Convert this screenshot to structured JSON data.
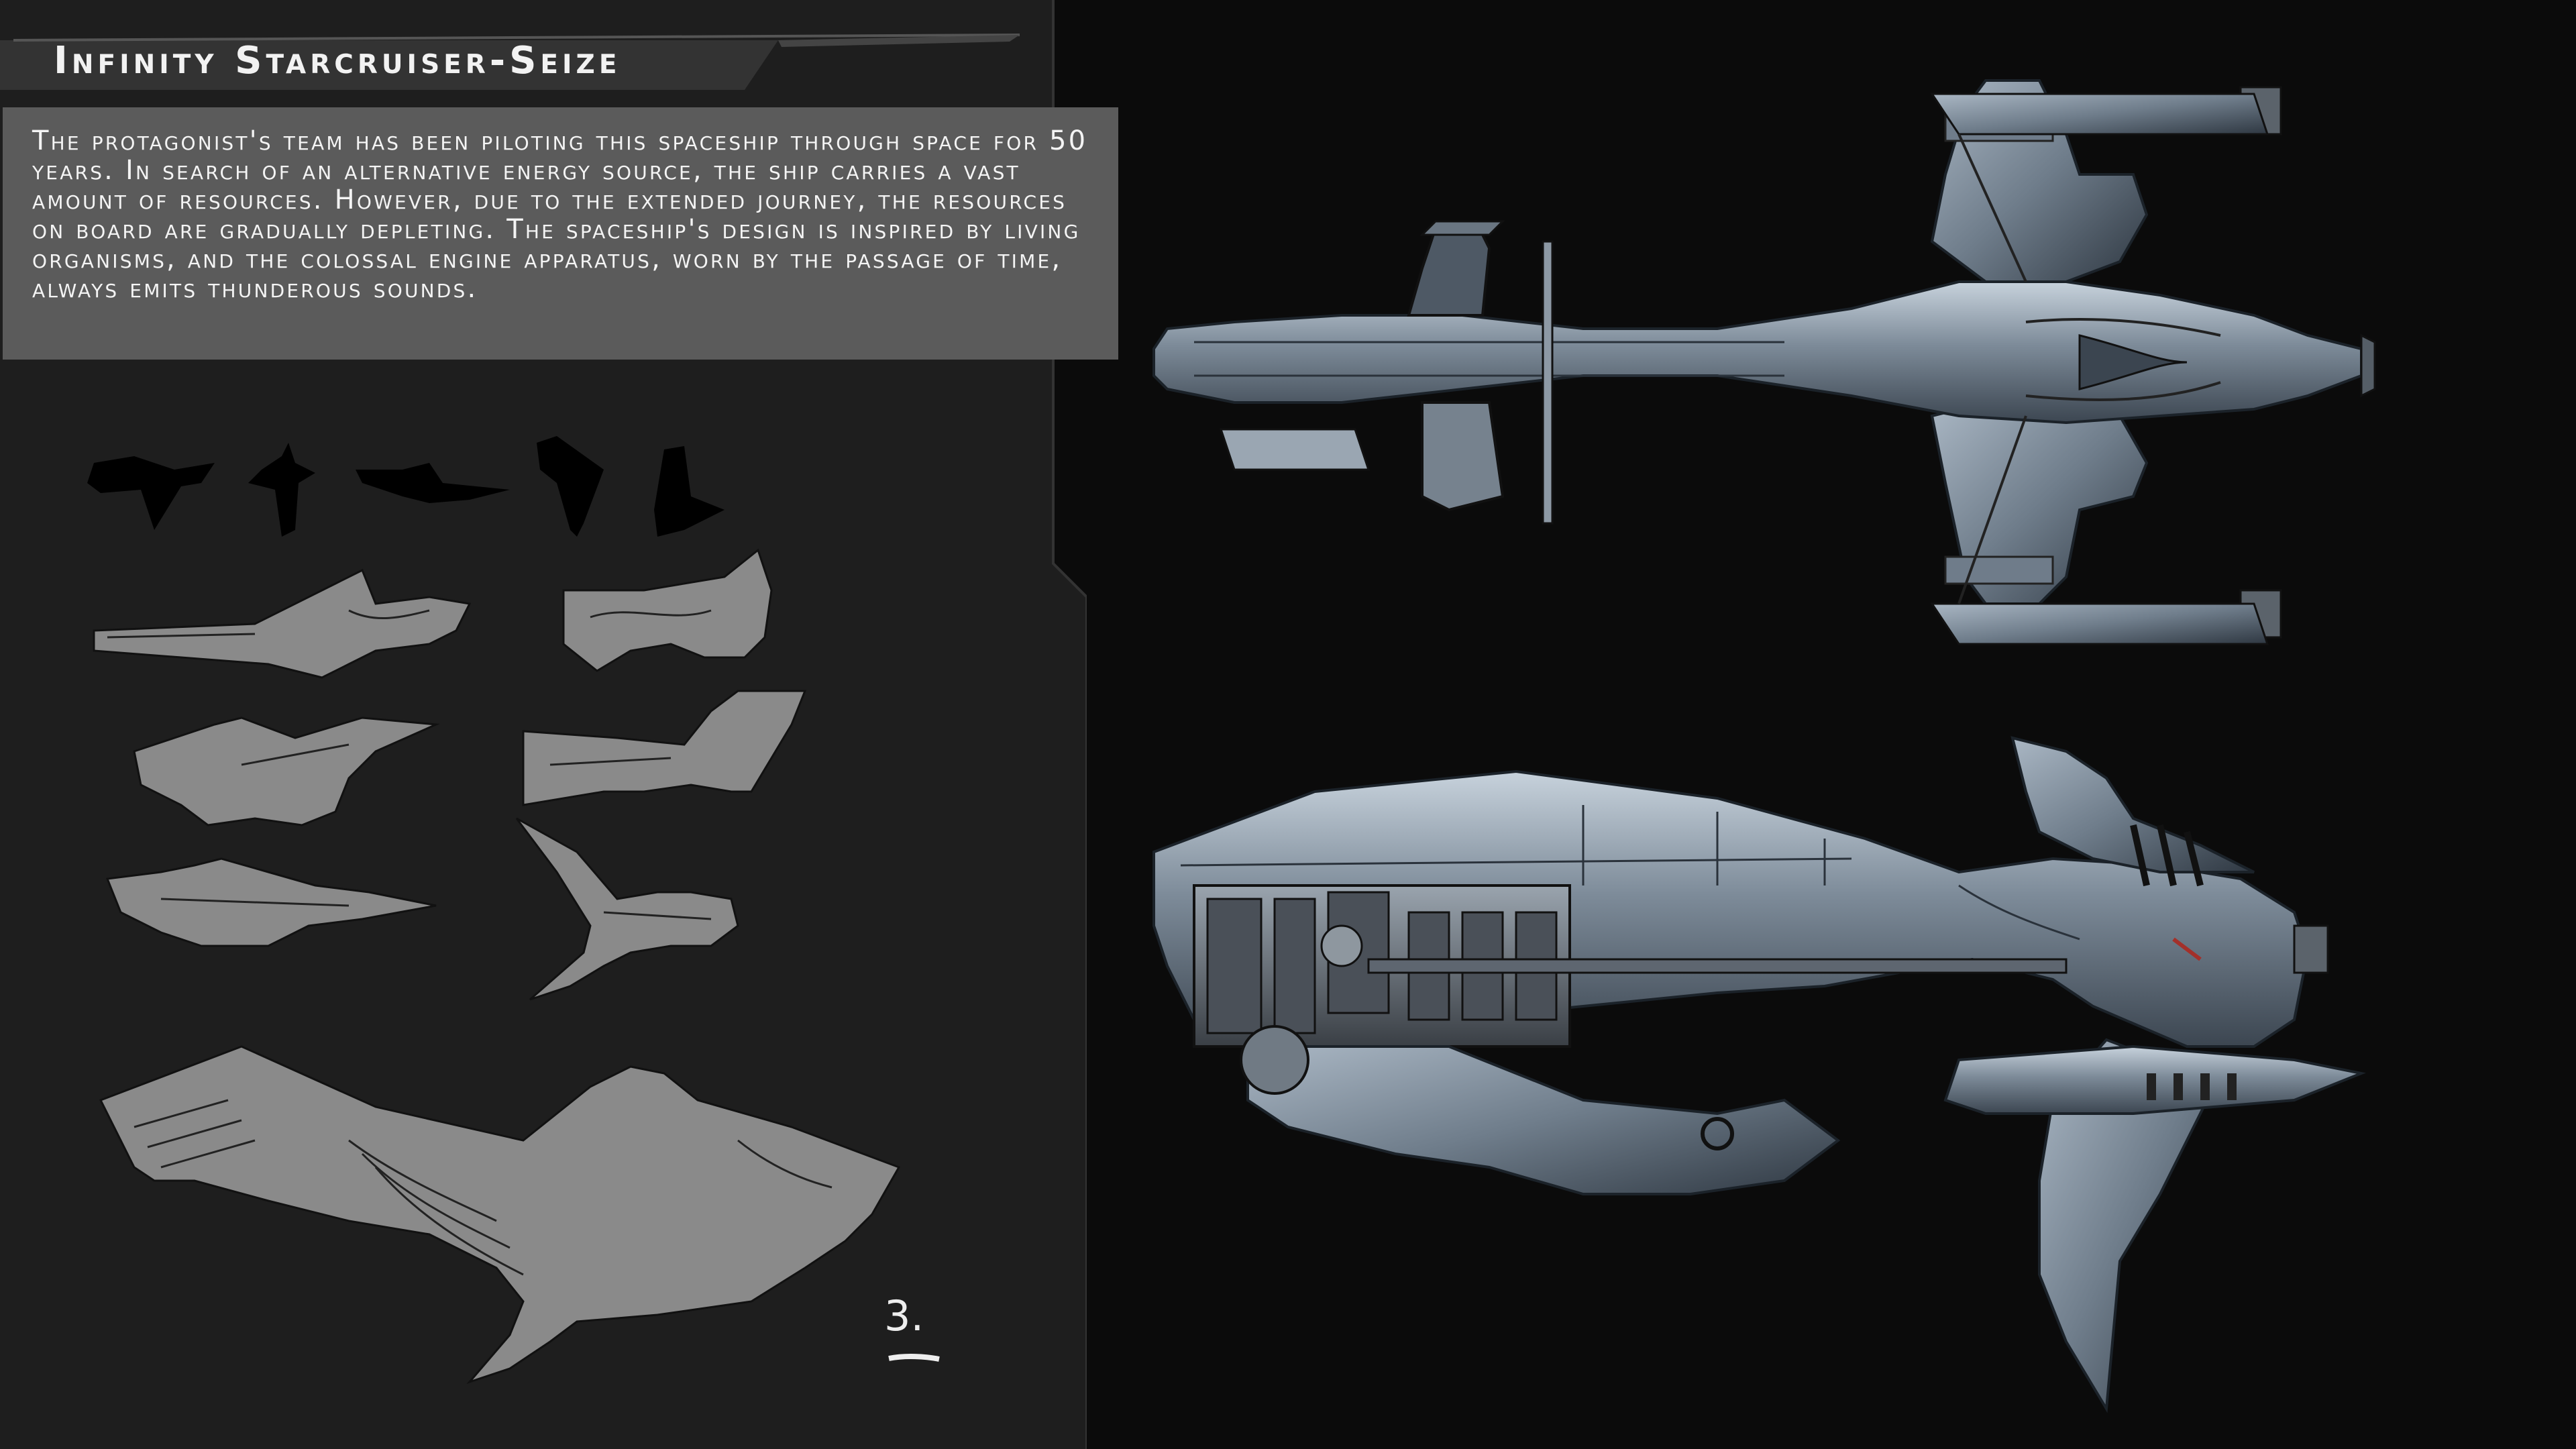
{
  "header": {
    "title": "Infinity Starcruiser-Seize"
  },
  "description": {
    "text": "The protagonist's team has been piloting this spaceship through space for 50 years. In search of an alternative energy source, the ship carries a vast amount of resources. However, due to the extended journey, the resources on board are gradually depleting. The spaceship's design is inspired by living organisms, and the colossal engine apparatus, worn by the passage of time, always emits thunderous sounds."
  },
  "sketches": {
    "number_label": "3."
  },
  "colors": {
    "background": "#0b0b0b",
    "panel": "#1e1e1e",
    "panel_border": "#3d3d3d",
    "title_bar": "#2f2f2f",
    "description_box": "#5b5b5b",
    "sketch_fill": "#8a8a8a",
    "hull_metal": "#7d8a99",
    "hull_highlight": "#b8c4d0"
  }
}
